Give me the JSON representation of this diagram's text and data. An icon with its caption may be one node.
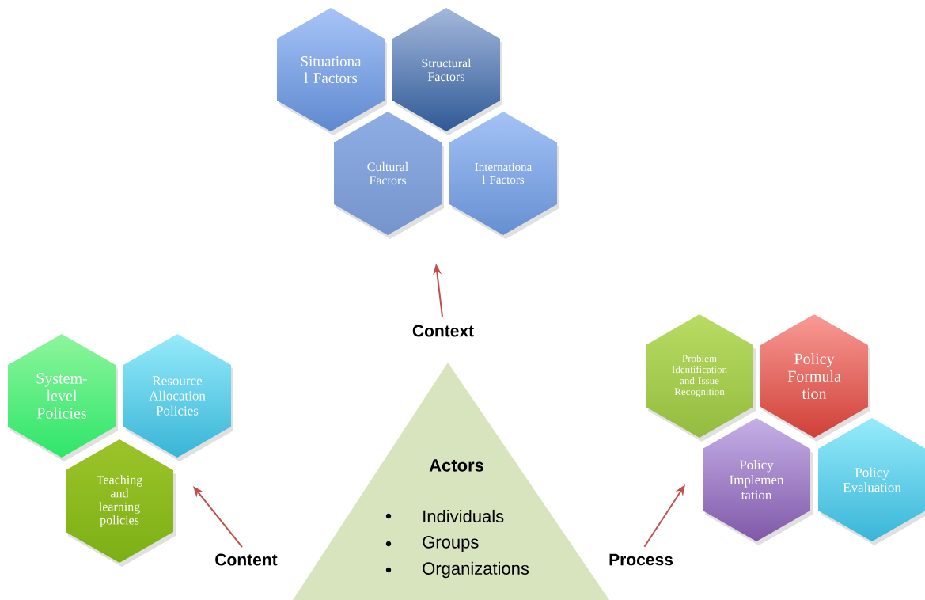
{
  "diagram": {
    "nodes": [
      {
        "text": [
          "Situationa l Factors"
        ]
      },
      {
        "text": [
          "Structural Factors"
        ]
      },
      {
        "text": [
          "Cultural Factors"
        ]
      },
      {
        "text": [
          "Internationa l Factors"
        ]
      },
      {
        "text": [
          "System- level Policies"
        ]
      },
      {
        "text": [
          "Resource Allocation Policies"
        ]
      },
      {
        "text": [
          "Teaching and learning policies"
        ]
      },
      {
        "text": [
          "Problem Identification and Issue Recognition"
        ]
      },
      {
        "text": [
          "Policy Formula tion"
        ]
      },
      {
        "text": [
          "Policy Implemen tation"
        ]
      },
      {
        "text": [
          "Policy Evaluation"
        ]
      },
      {
        "text": [
          "Actors",
          "Individuals",
          "Groups",
          "Organizations"
        ]
      },
      {
        "text": [
          "Context"
        ]
      },
      {
        "text": [
          "Content"
        ]
      },
      {
        "text": [
          "Process"
        ]
      }
    ],
    "edges": [
      {
        "from": 12,
        "to": null,
        "arrow": "to"
      },
      {
        "from": 13,
        "to": null,
        "arrow": "to"
      },
      {
        "from": 14,
        "to": null,
        "arrow": "to"
      }
    ]
  }
}
